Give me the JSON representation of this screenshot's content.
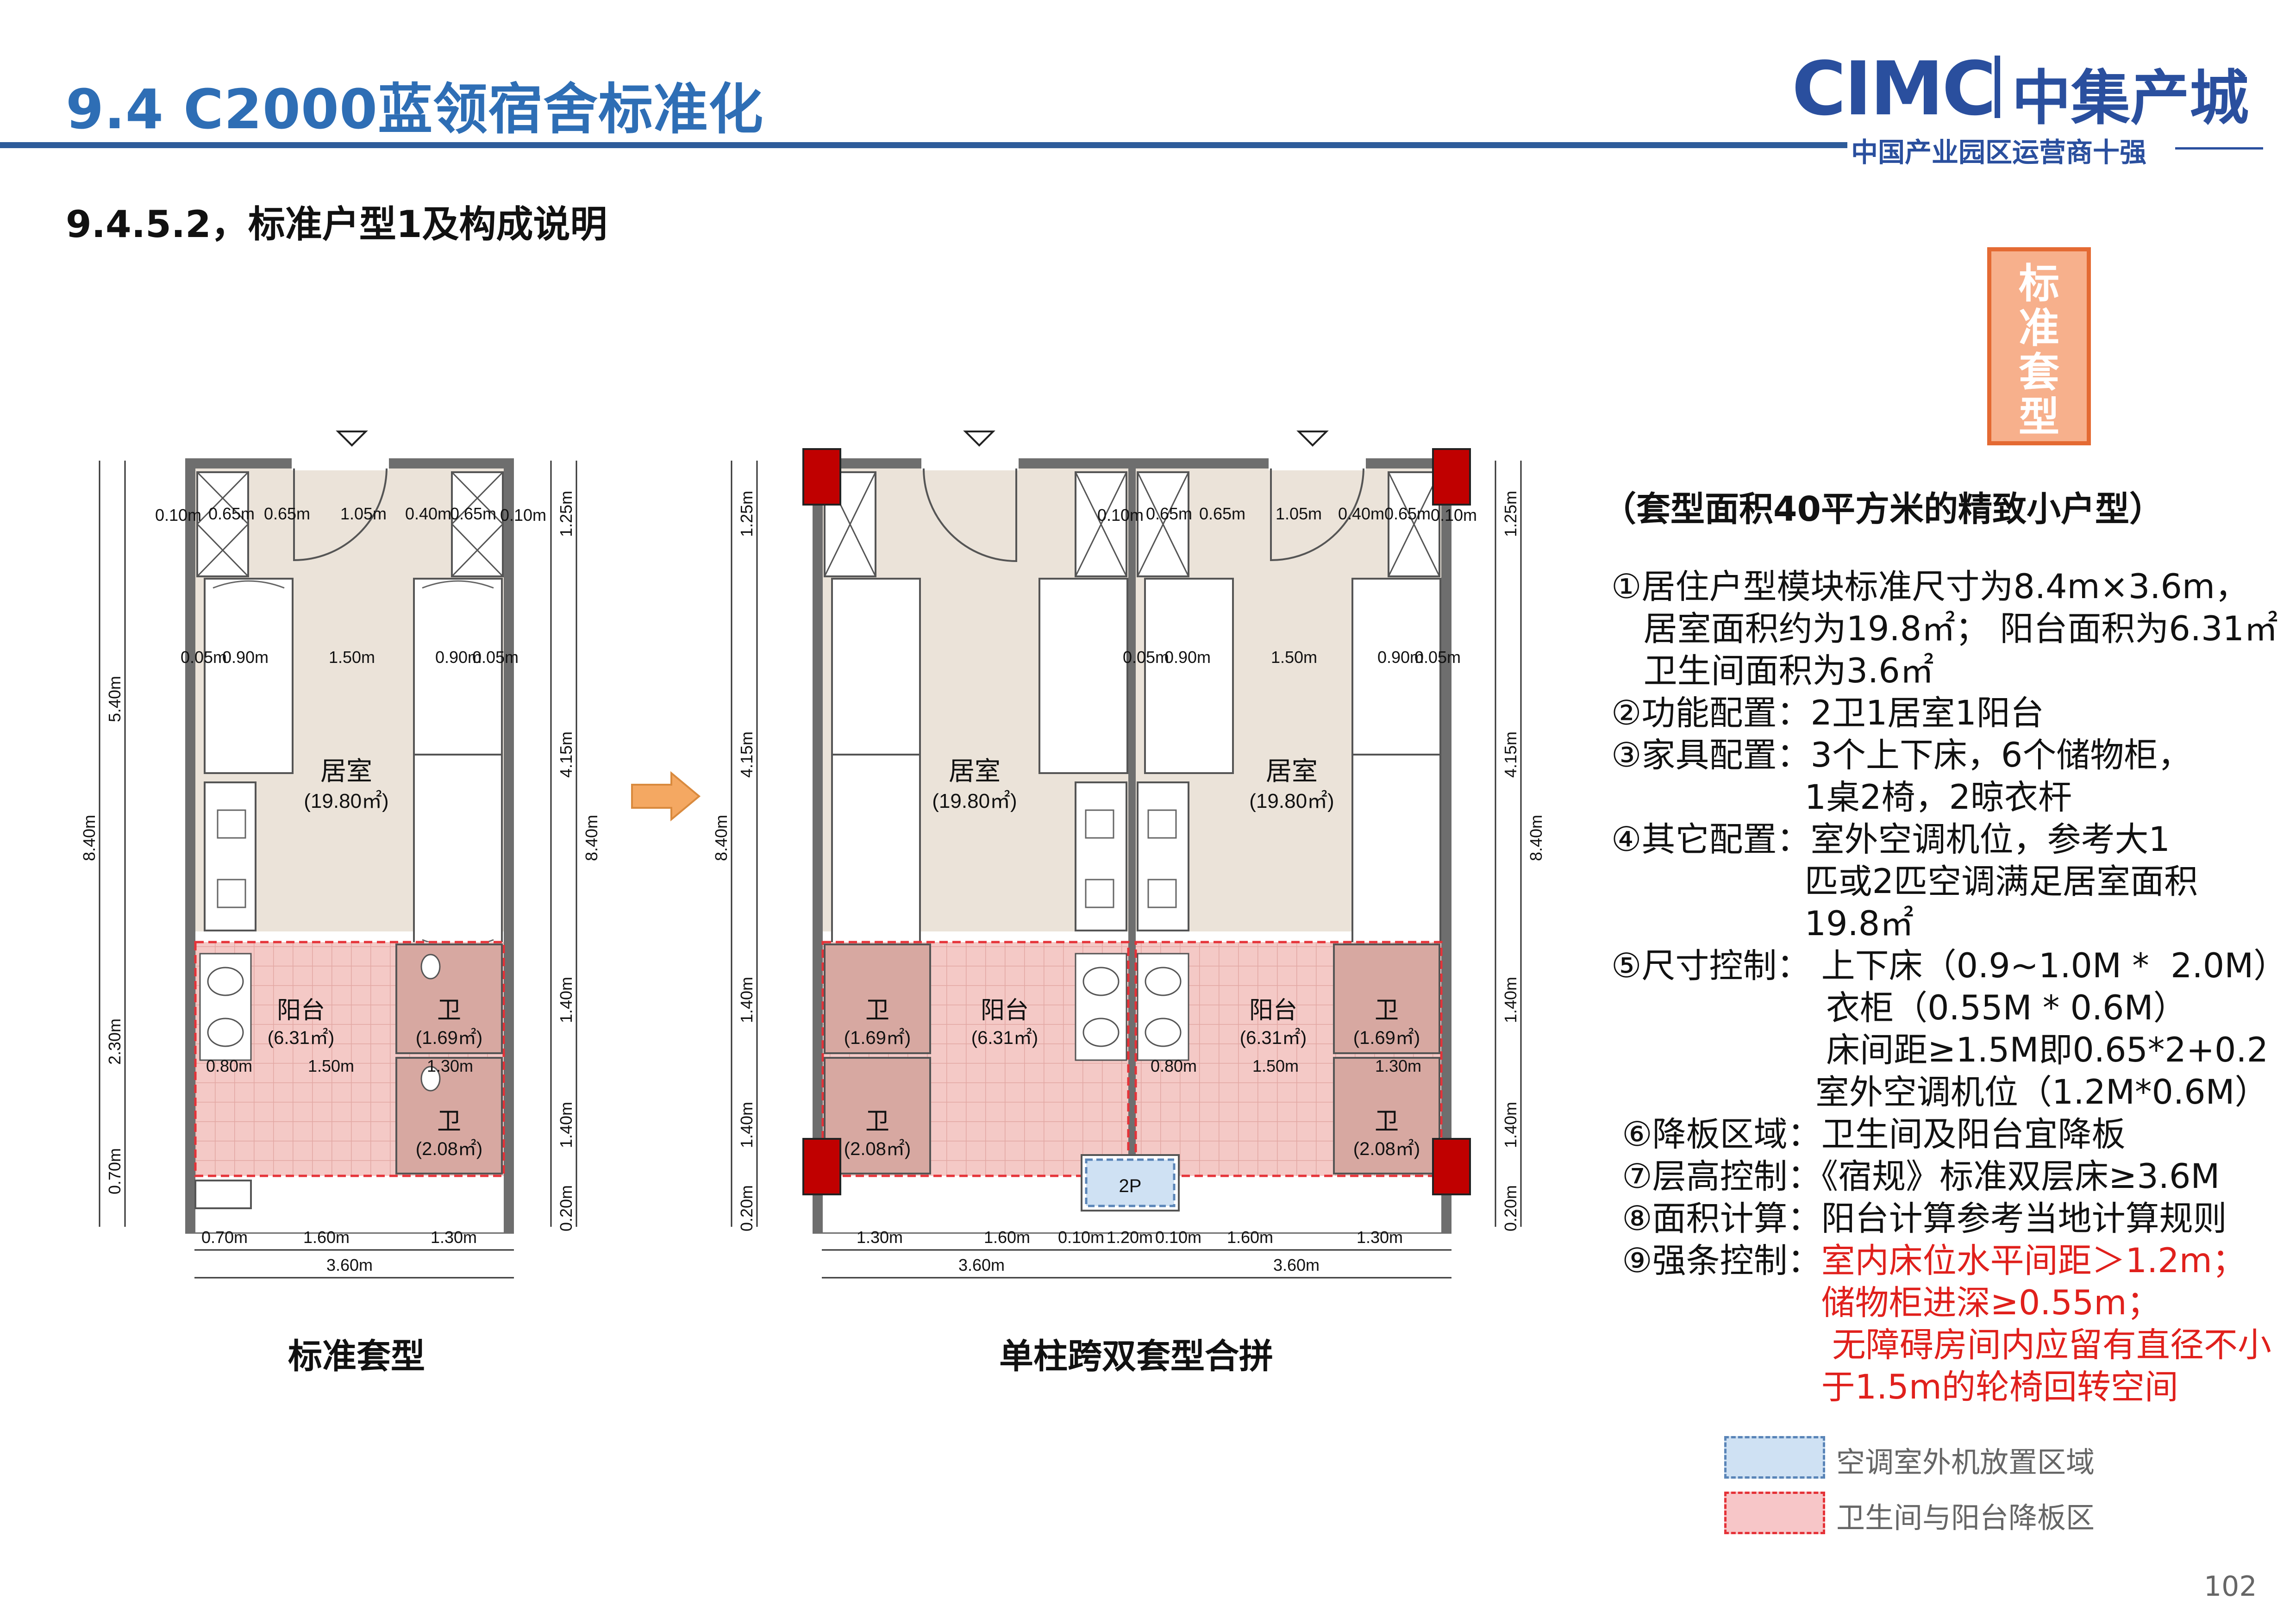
{
  "header": {
    "title": "9.4 C2000蓝领宿舍标准化",
    "logo_cimc": "CIMC",
    "logo_cn": "中集产城",
    "logo_sub": "中国产业园区运营商十强"
  },
  "subtitle": "9.4.5.2，标准户型1及构成说明",
  "vertical_tag": "标\n准\n套\n型",
  "plans": {
    "caption1": "标准套型",
    "caption2": "单柱跨双套型合拼",
    "room_bedroom": "居室",
    "room_bedroom_area": "(19.80㎡)",
    "room_balcony": "阳台",
    "room_balcony_area": "(6.31㎡)",
    "room_wc": "卫",
    "room_wc1_area": "(1.69㎡)",
    "room_wc2_area": "(2.08㎡)",
    "ac_label": "2P",
    "dims": {
      "d010": "0.10m",
      "d065": "0.65m",
      "d105": "1.05m",
      "d040": "0.40m",
      "d005": "0.05m",
      "d090": "0.90m",
      "d150": "1.50m",
      "d130": "1.30m",
      "d080": "0.80m",
      "d070": "0.70m",
      "d160": "1.60m",
      "d360": "3.60m",
      "d120": "1.20m",
      "d125": "1.25m",
      "d415": "4.15m",
      "d140": "1.40m",
      "d020": "0.20m",
      "d540": "5.40m",
      "d840": "8.40m",
      "d230": "2.30m"
    }
  },
  "description": {
    "title": "（套型面积40平方米的精致小户型）",
    "lines": [
      "①居住户型模块标准尺寸为8.4m×3.6m，",
      "   居室面积约为19.8㎡； 阳台面积为6.31㎡",
      "   卫生间面积为3.6㎡",
      "②功能配置：2卫1居室1阳台",
      "③家具配置：3个上下床，6个储物柜，",
      "                  1桌2椅，2晾衣杆",
      "④其它配置：室外空调机位，参考大1",
      "                  匹或2匹空调满足居室面积",
      "                  19.8㎡",
      "⑤尺寸控制： 上下床（0.9~1.0M *  2.0M）",
      "                    衣柜（0.55M * 0.6M）",
      "                    床间距≥1.5M即0.65*2+0.2",
      "                   室外空调机位（1.2M*0.6M）",
      " ⑥降板区域：卫生间及阳台宜降板",
      " ⑦层高控制：《宿规》标准双层床≥3.6M",
      " ⑧面积计算：阳台计算参考当地计算规则"
    ],
    "line9_label": " ⑨强条控制：",
    "line9_red": [
      "室内床位水平间距＞1.2m；",
      "储物柜进深≥0.55m；",
      " 无障碍房间内应留有直径不小",
      "于1.5m的轮椅回转空间"
    ]
  },
  "legend": {
    "ac_zone": "空调室外机放置区域",
    "drop_zone": "卫生间与阳台降板区"
  },
  "page_number": "102",
  "colors": {
    "title_blue": "#2e6eb5",
    "rule_blue": "#2e5c9a",
    "logo_blue": "#2a4f9e",
    "tag_fill": "#f7b08c",
    "tag_border": "#e46a33",
    "red_text": "#e0201c",
    "room_beige": "#ebe3d9",
    "wall_gray": "#6e6e6e",
    "pink_zone": "#f4c9c6",
    "wc_brown": "#d7a8a1",
    "column_red": "#c00000"
  }
}
